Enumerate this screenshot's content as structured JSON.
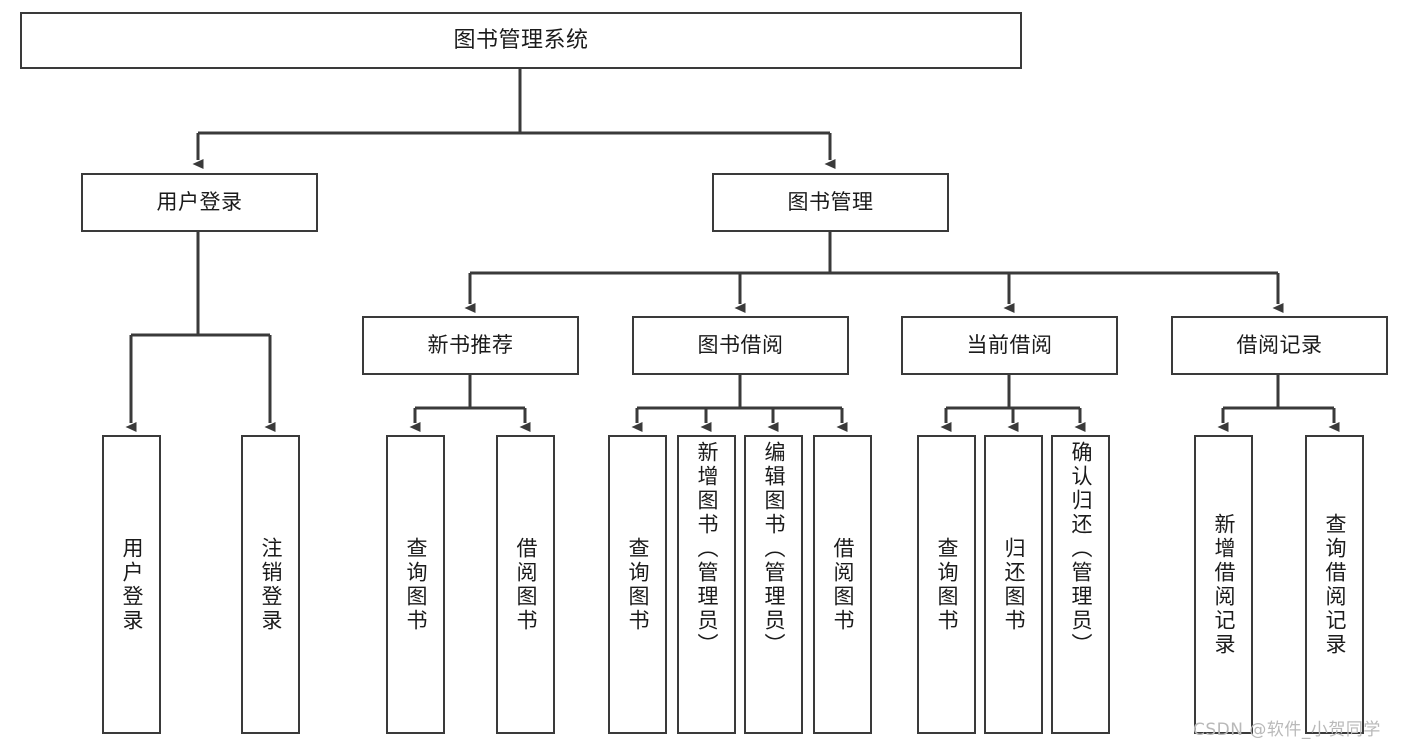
{
  "diagram": {
    "type": "tree",
    "title": "图书管理系统",
    "watermark": "CSDN @软件_小贺同学",
    "colors": {
      "box_border": "#3a3a3a",
      "box_fill": "#ffffff",
      "edge": "#3a3a3a",
      "text": "#1b1b1b",
      "watermark": "#b9b9b9"
    },
    "nodes": {
      "root": {
        "label": "图书管理系统"
      },
      "level2": [
        {
          "label": "用户登录"
        },
        {
          "label": "图书管理"
        }
      ],
      "level3": [
        {
          "label": "新书推荐"
        },
        {
          "label": "图书借阅"
        },
        {
          "label": "当前借阅"
        },
        {
          "label": "借阅记录"
        }
      ],
      "leaves": {
        "user_login": [
          {
            "label": "用户登录"
          },
          {
            "label": "注销登录"
          }
        ],
        "new_book": [
          {
            "label": "查询图书"
          },
          {
            "label": "借阅图书"
          }
        ],
        "book_borrow": [
          {
            "label": "查询图书"
          },
          {
            "label": "新增图书（管理员）"
          },
          {
            "label": "编辑图书（管理员）"
          },
          {
            "label": "借阅图书"
          }
        ],
        "current_borrow": [
          {
            "label": "查询图书"
          },
          {
            "label": "归还图书"
          },
          {
            "label": "确认归还（管理员）"
          }
        ],
        "borrow_record": [
          {
            "label": "新增借阅记录"
          },
          {
            "label": "查询借阅记录"
          }
        ]
      }
    },
    "edges": [
      {
        "from": "图书管理系统",
        "to": "用户登录"
      },
      {
        "from": "图书管理系统",
        "to": "图书管理"
      },
      {
        "from": "用户登录",
        "to": "用户登录"
      },
      {
        "from": "用户登录",
        "to": "注销登录"
      },
      {
        "from": "图书管理",
        "to": "新书推荐"
      },
      {
        "from": "图书管理",
        "to": "图书借阅"
      },
      {
        "from": "图书管理",
        "to": "当前借阅"
      },
      {
        "from": "图书管理",
        "to": "借阅记录"
      },
      {
        "from": "新书推荐",
        "to": "查询图书"
      },
      {
        "from": "新书推荐",
        "to": "借阅图书"
      },
      {
        "from": "图书借阅",
        "to": "查询图书"
      },
      {
        "from": "图书借阅",
        "to": "新增图书（管理员）"
      },
      {
        "from": "图书借阅",
        "to": "编辑图书（管理员）"
      },
      {
        "from": "图书借阅",
        "to": "借阅图书"
      },
      {
        "from": "当前借阅",
        "to": "查询图书"
      },
      {
        "from": "当前借阅",
        "to": "归还图书"
      },
      {
        "from": "当前借阅",
        "to": "确认归还（管理员）"
      },
      {
        "from": "借阅记录",
        "to": "新增借阅记录"
      },
      {
        "from": "借阅记录",
        "to": "查询借阅记录"
      }
    ]
  }
}
